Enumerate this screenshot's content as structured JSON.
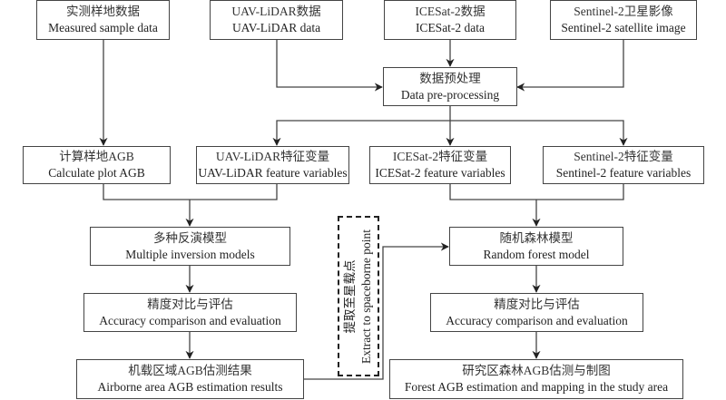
{
  "diagram": {
    "inputs": {
      "measured": {
        "zh": "实测样地数据",
        "en": "Measured sample data"
      },
      "uav": {
        "zh": "UAV-LiDAR数据",
        "en": "UAV-LiDAR data"
      },
      "icesat": {
        "zh": "ICESat-2数据",
        "en": "ICESat-2 data"
      },
      "sentinel": {
        "zh": "Sentinel-2卫星影像",
        "en": "Sentinel-2 satellite image"
      }
    },
    "preprocessing": {
      "zh": "数据预处理",
      "en": "Data pre-processing"
    },
    "features": {
      "plot_agb": {
        "zh": "计算样地AGB",
        "en": "Calculate plot AGB"
      },
      "uav": {
        "zh": "UAV-LiDAR特征变量",
        "en": "UAV-LiDAR feature variables"
      },
      "icesat": {
        "zh": "ICESat-2特征变量",
        "en": "ICESat-2 feature variables"
      },
      "sentinel": {
        "zh": "Sentinel-2特征变量",
        "en": "Sentinel-2 feature variables"
      }
    },
    "left_branch": {
      "models": {
        "zh": "多种反演模型",
        "en": "Multiple inversion models"
      },
      "accuracy": {
        "zh": "精度对比与评估",
        "en": "Accuracy comparison and evaluation"
      },
      "result": {
        "zh": "机载区域AGB估测结果",
        "en": "Airborne area AGB estimation results"
      }
    },
    "transfer": {
      "zh": "提取至星载点",
      "en": "Extract to spaceborne point"
    },
    "right_branch": {
      "model": {
        "zh": "随机森林模型",
        "en": "Random forest model"
      },
      "accuracy": {
        "zh": "精度对比与评估",
        "en": "Accuracy comparison and evaluation"
      },
      "result": {
        "zh": "研究区森林AGB估测与制图",
        "en": "Forest AGB estimation and mapping in the study area"
      }
    }
  }
}
